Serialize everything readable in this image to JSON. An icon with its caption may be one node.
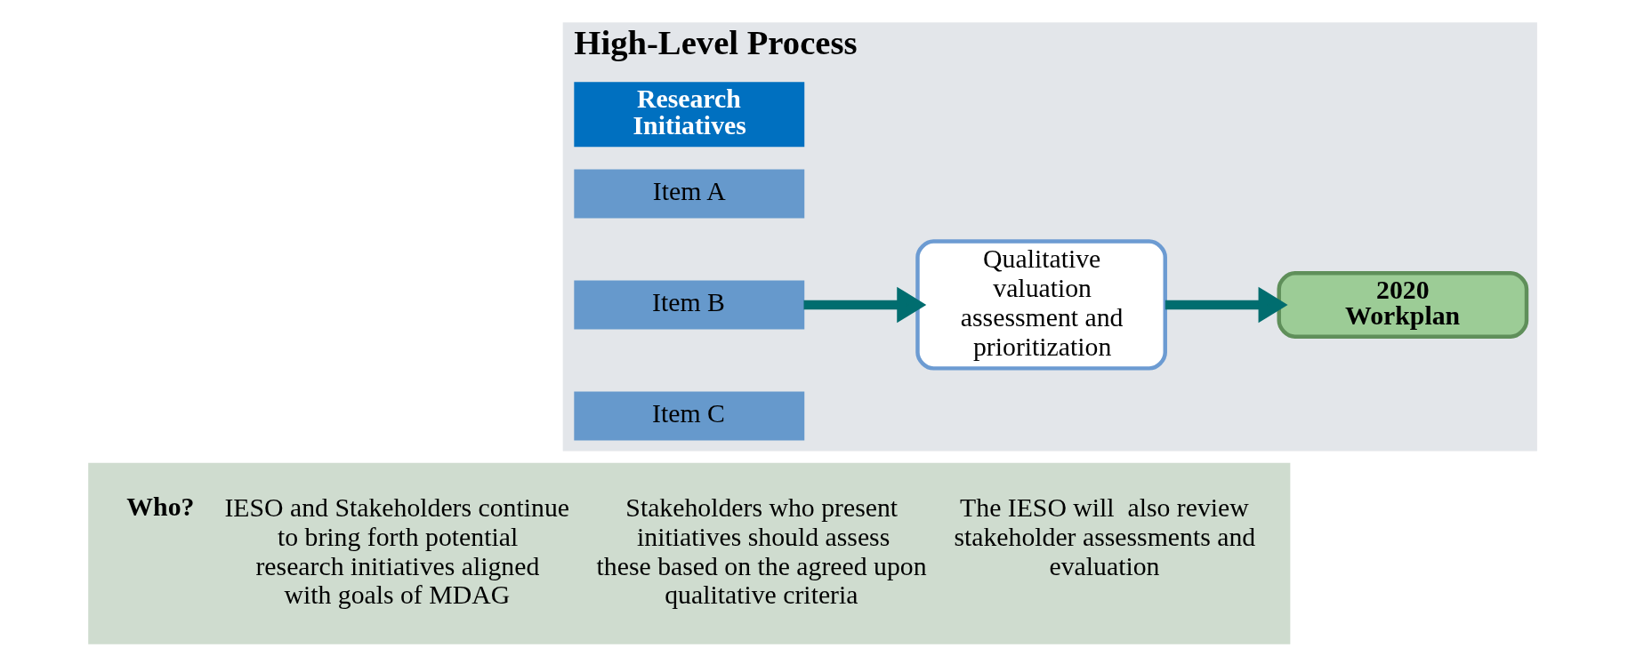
{
  "diagram": {
    "nodes": [
      {
        "text": [
          "High-Level Process"
        ]
      },
      {
        "text": [
          "Research Initiatives"
        ],
        "in": 0
      },
      {
        "text": [
          "Item A"
        ],
        "in": 0
      },
      {
        "text": [
          "Item B"
        ],
        "in": 0
      },
      {
        "text": [
          "Item C"
        ],
        "in": 0
      },
      {
        "text": [
          "Qualitative valuation assessment and prioritization"
        ],
        "in": 0
      },
      {
        "text": [
          "2020 Workplan"
        ],
        "in": 0
      },
      {
        "text": [
          "Who?",
          "IESO and Stakeholders continue to bring forth potential research initiatives aligned with goals of MDAG",
          "Stakeholders who present initiatives should assess these based on the agreed upon qualitative criteria",
          "The IESO will  also review stakeholder assessments and evaluation"
        ]
      }
    ],
    "edges": [
      {
        "from": 3,
        "to": 5,
        "arrow": "to"
      },
      {
        "from": 5,
        "to": 6,
        "arrow": "to"
      }
    ]
  }
}
